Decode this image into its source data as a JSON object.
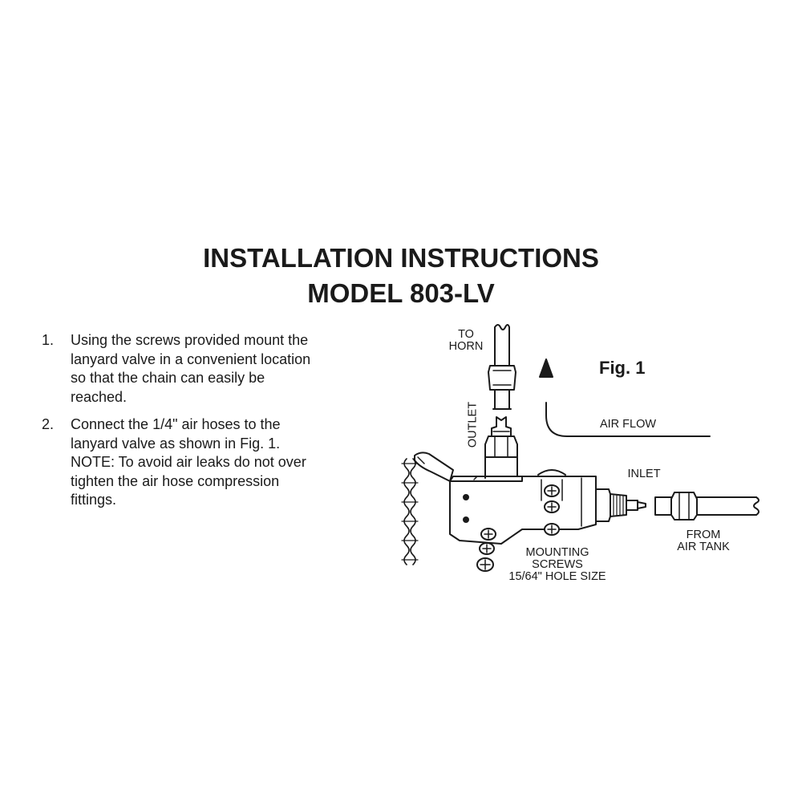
{
  "document": {
    "title_line1": "INSTALLATION INSTRUCTIONS",
    "title_line2": "MODEL 803-LV"
  },
  "steps": [
    {
      "number": "1.",
      "lines": [
        "Using the screws provided mount the",
        "lanyard valve in a convenient location",
        "so that the chain can easily be",
        "reached."
      ]
    },
    {
      "number": "2.",
      "lines": [
        "Connect the 1/4\" air hoses to the",
        "lanyard valve as shown in Fig. 1.",
        "NOTE: To avoid air leaks do not over",
        "tighten the air hose compression",
        "fittings."
      ]
    }
  ],
  "figure": {
    "title": "Fig. 1",
    "labels": {
      "to_horn_1": "TO",
      "to_horn_2": "HORN",
      "outlet": "OUTLET",
      "air_flow": "AIR FLOW",
      "inlet": "INLET",
      "from_tank_1": "FROM",
      "from_tank_2": "AIR TANK",
      "screws_1": "MOUNTING",
      "screws_2": "SCREWS",
      "screws_3": "15/64\" HOLE SIZE"
    }
  }
}
